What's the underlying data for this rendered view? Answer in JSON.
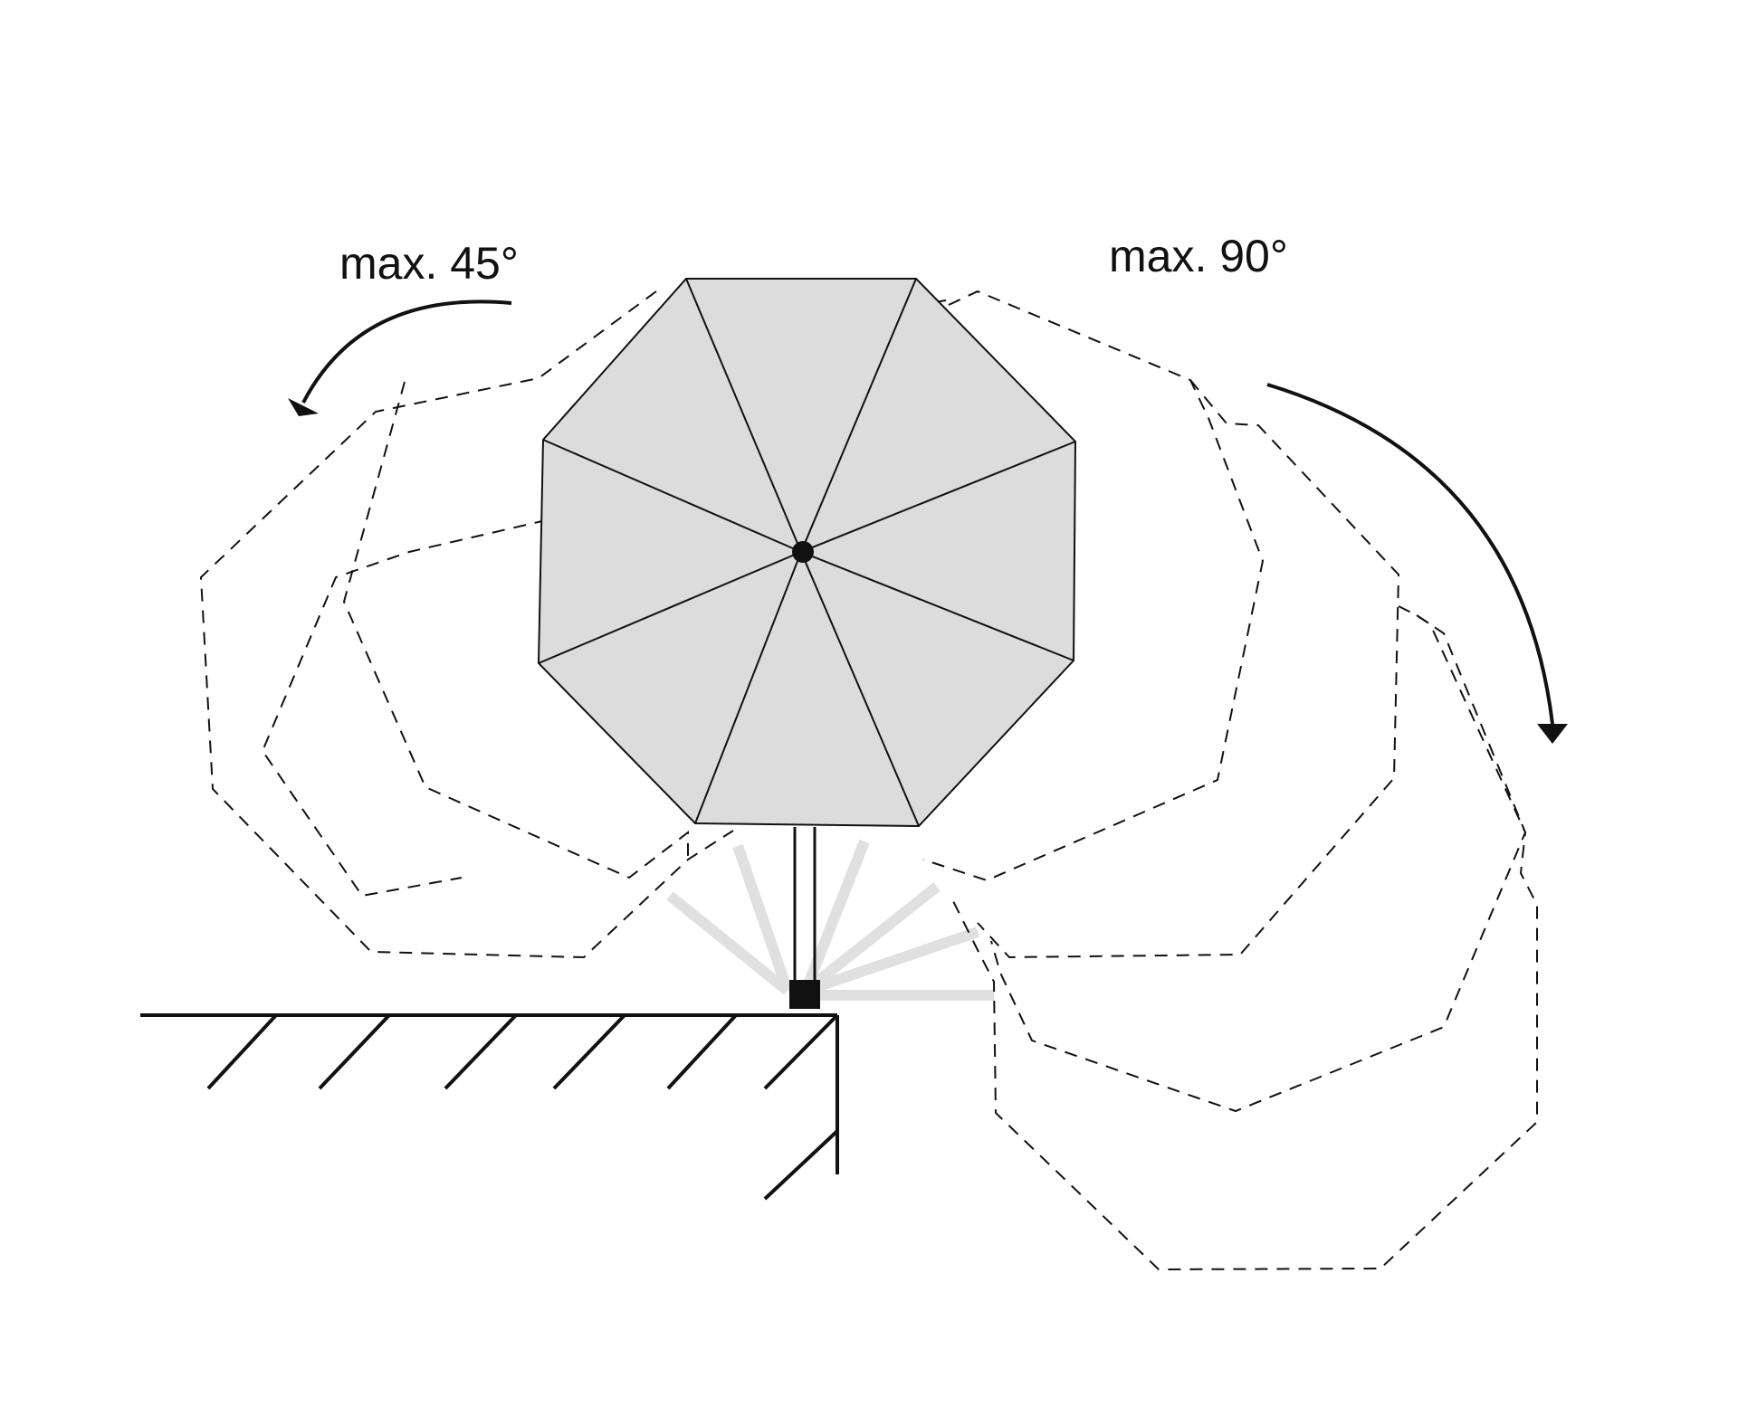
{
  "labels": {
    "left_tilt": "max. 45°",
    "right_tilt": "max. 90°"
  },
  "colors": {
    "canopy_fill": "#dcdcdc",
    "line": "#111111",
    "tilt_pole_ghost": "#e0e0e0",
    "background": "#ffffff"
  },
  "tilt_range": {
    "left_max_deg": 45,
    "right_max_deg": 90
  }
}
